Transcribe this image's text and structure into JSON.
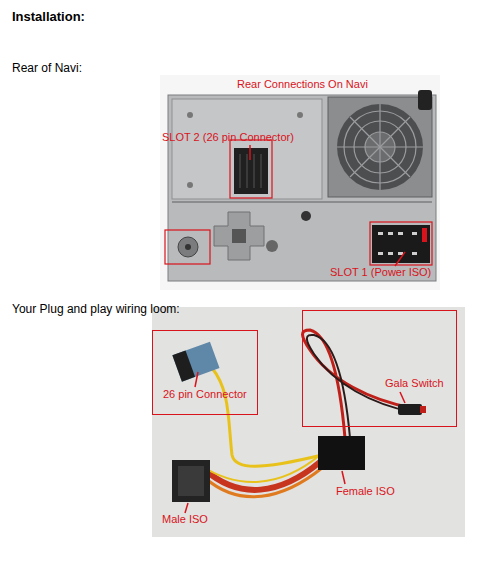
{
  "diagram": {
    "title": "Installation:",
    "nodes": [
      {
        "text": [
          "26 pin Connector"
        ]
      },
      {
        "text": [
          "Gala Switch"
        ]
      }
    ],
    "labels": [
      "Rear of Navi:",
      "Rear Connections On Navi",
      "SLOT 2 (26 pin Connector)",
      "SLOT 1 (Power ISO)",
      "Your Plug and play wiring loom:",
      "Female ISO",
      "Male ISO"
    ]
  }
}
